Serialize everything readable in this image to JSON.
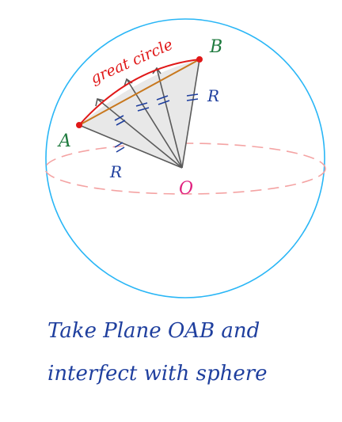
{
  "labels": {
    "point_a": "A",
    "point_b": "B",
    "center": "O",
    "great_circle": "great circle",
    "radius_left": "R",
    "radius_right": "R"
  },
  "caption": {
    "line1": "Take Plane OAB and",
    "line2": "interfect with sphere"
  },
  "colors": {
    "sphere": "#29b6f6",
    "equator": "#f4a3a3",
    "great_circle": "#e01818",
    "chord": "#c8781e",
    "radii": "#5a5a5a",
    "sector_fill": "#e6e6e6",
    "label_a": "#1e7a3e",
    "label_b": "#1e7a3e",
    "label_o": "#e0217f",
    "caption": "#1f3f9e",
    "ticks": "#1f3f9e"
  }
}
